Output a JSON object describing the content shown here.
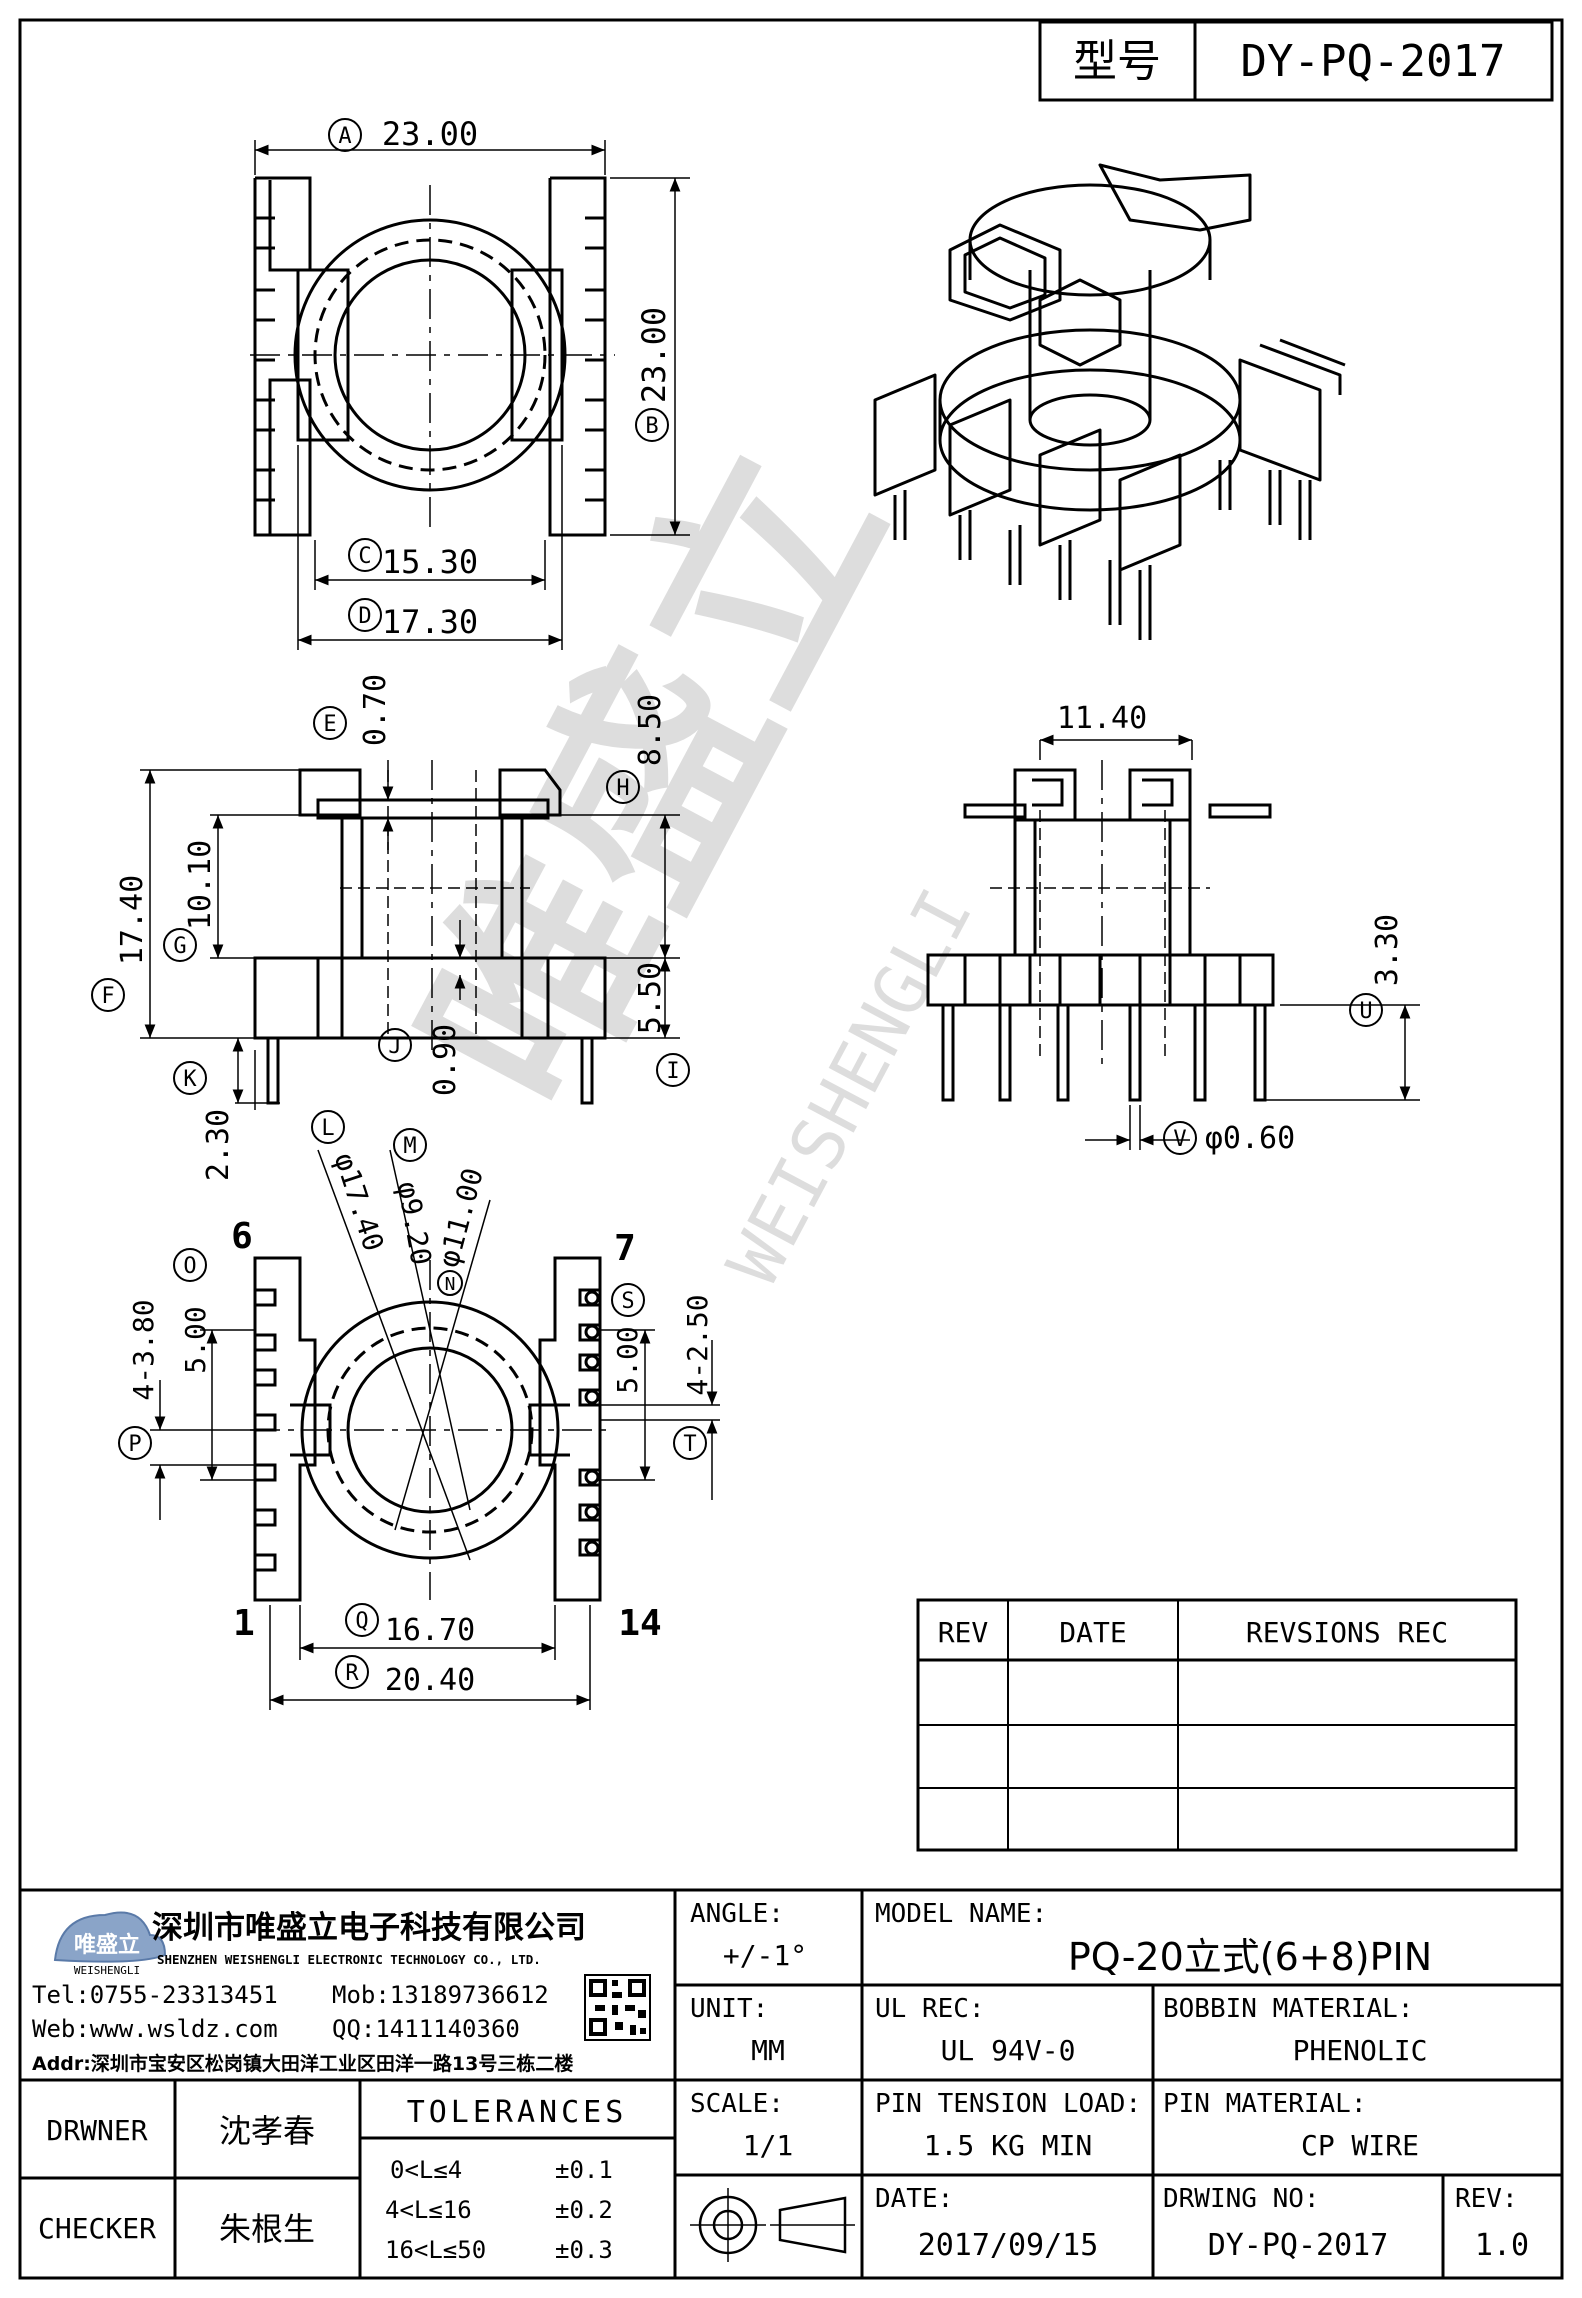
{
  "model_box": {
    "label": "型号",
    "value": "DY-PQ-2017"
  },
  "top_view": {
    "A": {
      "tag": "A",
      "value": "23.00"
    },
    "B": {
      "tag": "B",
      "value": "23.00"
    },
    "C": {
      "tag": "C",
      "value": "15.30"
    },
    "D": {
      "tag": "D",
      "value": "17.30"
    }
  },
  "front_view": {
    "E": {
      "tag": "E",
      "value": "0.70"
    },
    "H": {
      "tag": "H",
      "value": "8.50"
    },
    "G": {
      "tag": "G",
      "value": "10.10"
    },
    "F": {
      "tag": "F",
      "value": "17.40"
    },
    "J": {
      "tag": "J",
      "value": "0.90"
    },
    "I": {
      "tag": "I",
      "value": "5.50"
    },
    "K": {
      "tag": "K",
      "value": "2.30"
    }
  },
  "side_view": {
    "width": "11.40",
    "U": {
      "tag": "U",
      "value": "3.30"
    },
    "V": {
      "tag": "V",
      "value": "φ0.60"
    }
  },
  "bottom_view": {
    "L": {
      "tag": "L",
      "value": "φ17.40"
    },
    "M": {
      "tag": "M",
      "value": "φ9.20"
    },
    "N": {
      "tag": "N",
      "value": "φ11.00"
    },
    "O": {
      "tag": "O",
      "value": "5.00"
    },
    "P": {
      "tag": "P",
      "value": "4-3.80"
    },
    "S": {
      "tag": "S",
      "value": "5.00"
    },
    "T": {
      "tag": "T",
      "value": "4-2.50"
    },
    "Q": {
      "tag": "Q",
      "value": "16.70"
    },
    "R": {
      "tag": "R",
      "value": "20.40"
    },
    "pins": {
      "p6": "6",
      "p7": "7",
      "p1": "1",
      "p14": "14"
    }
  },
  "watermark": {
    "cn": "唯盛立",
    "en": "WEISHENGLI"
  },
  "revision_table": {
    "headers": [
      "REV",
      "DATE",
      "REVSIONS REC"
    ],
    "rows": [
      [
        "",
        "",
        ""
      ],
      [
        "",
        "",
        ""
      ],
      [
        "",
        "",
        ""
      ]
    ]
  },
  "company": {
    "logo_text": "唯盛立",
    "logo_sub": "WEISHENGLI",
    "name_cn": "深圳市唯盛立电子科技有限公司",
    "name_en": "SHENZHEN WEISHENGLI ELECTRONIC TECHNOLOGY CO., LTD.",
    "tel": "Tel:0755-23313451",
    "mob": "Mob:13189736612",
    "web": "Web:www.wsldz.com",
    "qq": "QQ:1411140360",
    "addr": "Addr:深圳市宝安区松岗镇大田洋工业区田洋一路13号三栋二楼"
  },
  "title_block": {
    "angle_label": "ANGLE:",
    "angle_value": "+/-1°",
    "model_name_label": "MODEL NAME:",
    "model_name_value": "PQ-20立式(6+8)PIN",
    "unit_label": "UNIT:",
    "unit_value": "MM",
    "ul_rec_label": "UL REC:",
    "ul_rec_value": "UL 94V-0",
    "bobbin_label": "BOBBIN MATERIAL:",
    "bobbin_value": "PHENOLIC",
    "scale_label": "SCALE:",
    "scale_value": "1/1",
    "pin_tension_label": "PIN TENSION LOAD:",
    "pin_tension_value": "1.5 KG MIN",
    "pin_material_label": "PIN MATERIAL:",
    "pin_material_value": "CP WIRE",
    "date_label": "DATE:",
    "date_value": "2017/09/15",
    "drawing_no_label": "DRWING NO:",
    "drawing_no_value": "DY-PQ-2017",
    "rev_label": "REV:",
    "rev_value": "1.0",
    "drawer_label": "DRWNER",
    "drawer_value": "沈孝春",
    "checker_label": "CHECKER",
    "checker_value": "朱根生",
    "tolerances_title": "TOLERANCES",
    "tolerances": [
      {
        "range": "0<L≤4",
        "tol": "±0.1"
      },
      {
        "range": "4<L≤16",
        "tol": "±0.2"
      },
      {
        "range": "16<L≤50",
        "tol": "±0.3"
      }
    ]
  }
}
